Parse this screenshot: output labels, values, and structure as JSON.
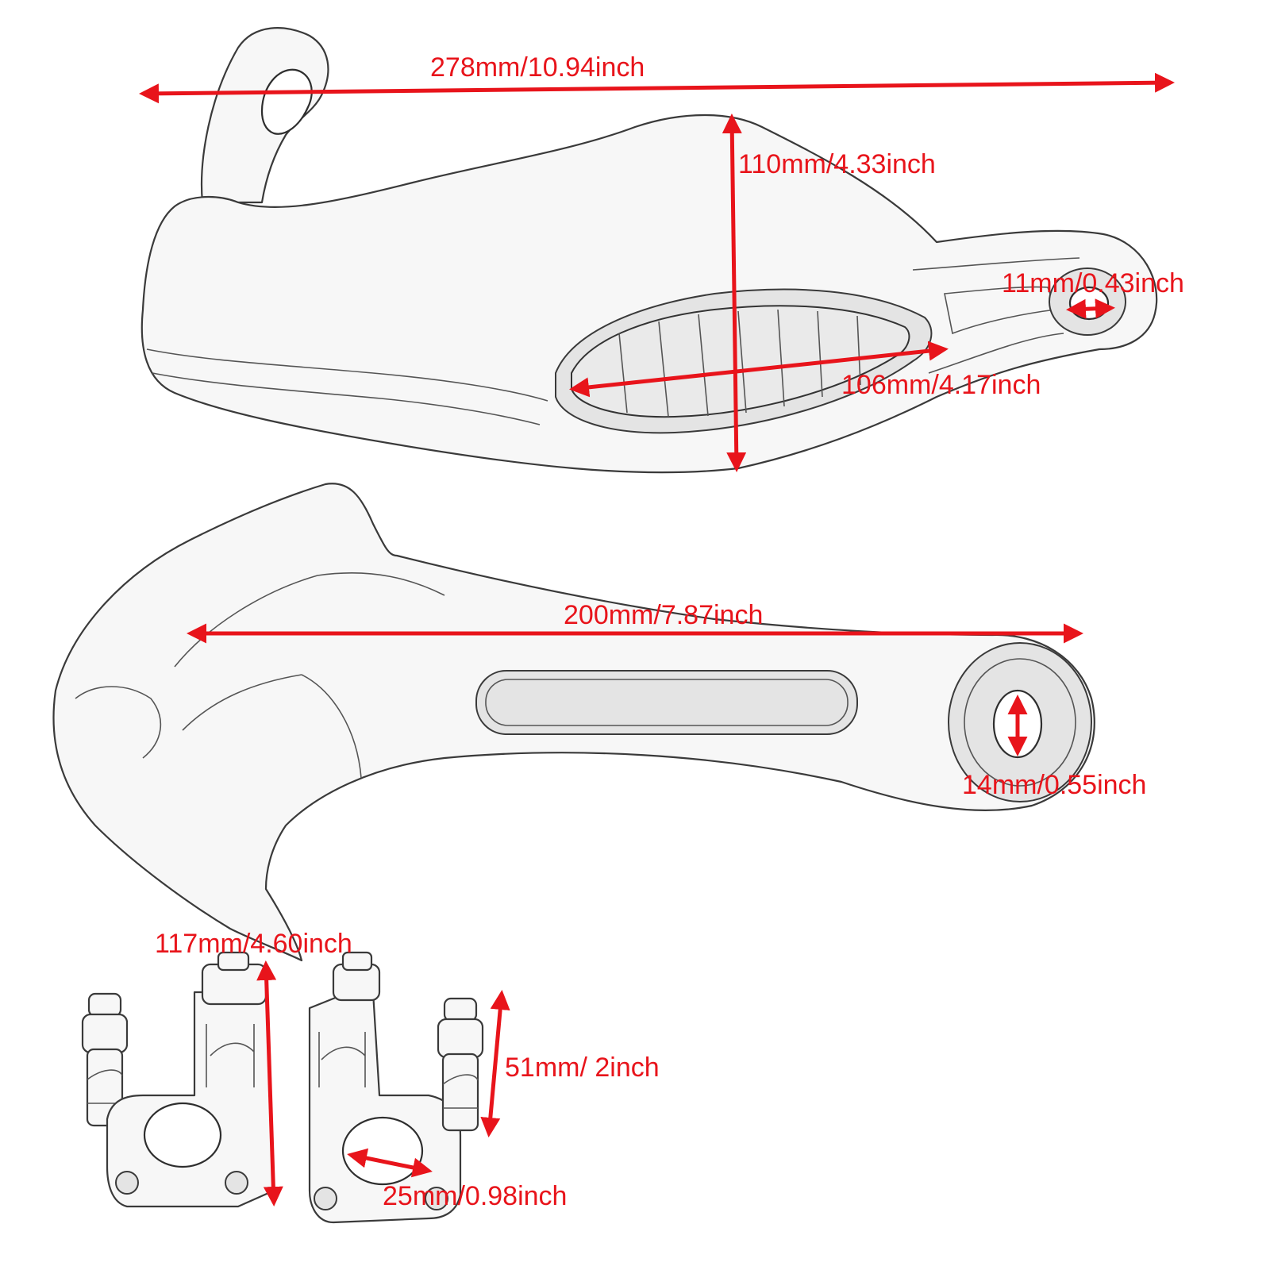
{
  "colors": {
    "dimension": "#e8141b",
    "outline": "#3a3a3a",
    "background": "#ffffff"
  },
  "dimensions": {
    "overall_width": "278mm/10.94inch",
    "guard_height": "110mm/4.33inch",
    "mount_hole_upper": "11mm/0.43inch",
    "light_length": "106mm/4.17inch",
    "bar_length": "200mm/7.87inch",
    "mount_hole_lower": "14mm/0.55inch",
    "clamp_height": "117mm/4.60inch",
    "bolt_length": "51mm/ 2inch",
    "clamp_diameter": "25mm/0.98inch"
  }
}
